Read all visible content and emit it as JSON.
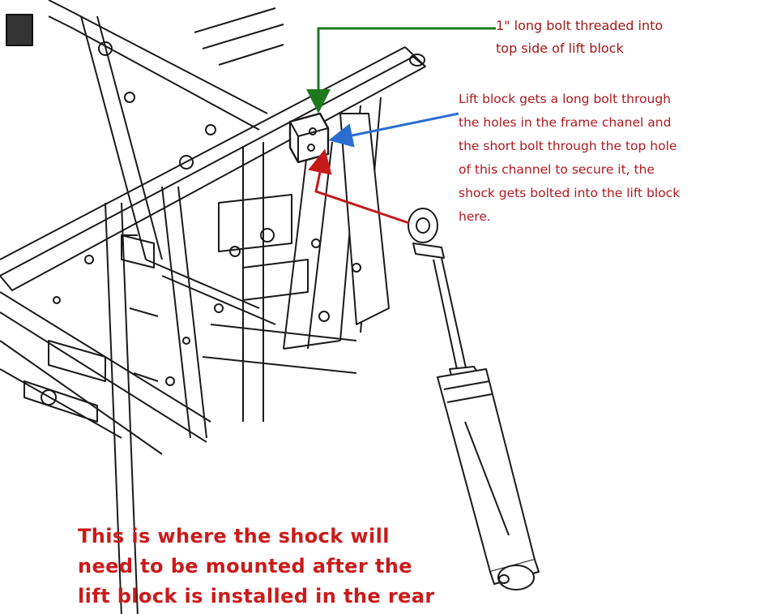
{
  "annotations": {
    "top_bolt": "1\" long bolt threaded into\ntop side of lift block",
    "lift_block": "Lift block gets a long bolt through\nthe holes in the frame chanel and\nthe short bolt through the top hole\nof this channel to secure it, the\nshock gets bolted into the lift block\nhere.",
    "bottom": "This is where the shock will\nneed to be mounted after the\nlift block is installed  in the rear"
  },
  "colors": {
    "line_art": "#1a1a1a",
    "text_top": "#a01818",
    "text_mid": "#b01820",
    "text_bottom": "#cc1a1a",
    "arrow_green": "#1f7a1f",
    "arrow_blue": "#2a6fd0",
    "arrow_red": "#c41a1a"
  }
}
